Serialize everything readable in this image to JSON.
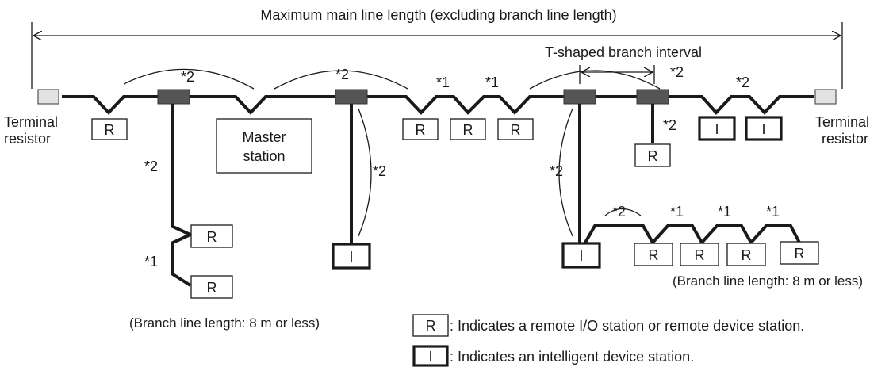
{
  "labels": {
    "max_main_line": "Maximum main line length (excluding branch line length)",
    "t_interval": "T-shaped branch interval",
    "terminal_line1": "Terminal",
    "terminal_line2": "resistor",
    "master_line1": "Master",
    "master_line2": "station",
    "star1": "*1",
    "star2": "*2",
    "remote_code": "R",
    "intelligent_code": "I",
    "branch_len_left": "(Branch line length: 8 m or less)",
    "branch_len_right": "(Branch line length: 8 m or less)",
    "legend_remote": ": Indicates a remote I/O station or remote device station.",
    "legend_intelligent": ": Indicates an intelligent device station."
  },
  "colors": {
    "line": "#1a1a1a",
    "tap": "#555555",
    "terminal": "#e2e2e2"
  }
}
